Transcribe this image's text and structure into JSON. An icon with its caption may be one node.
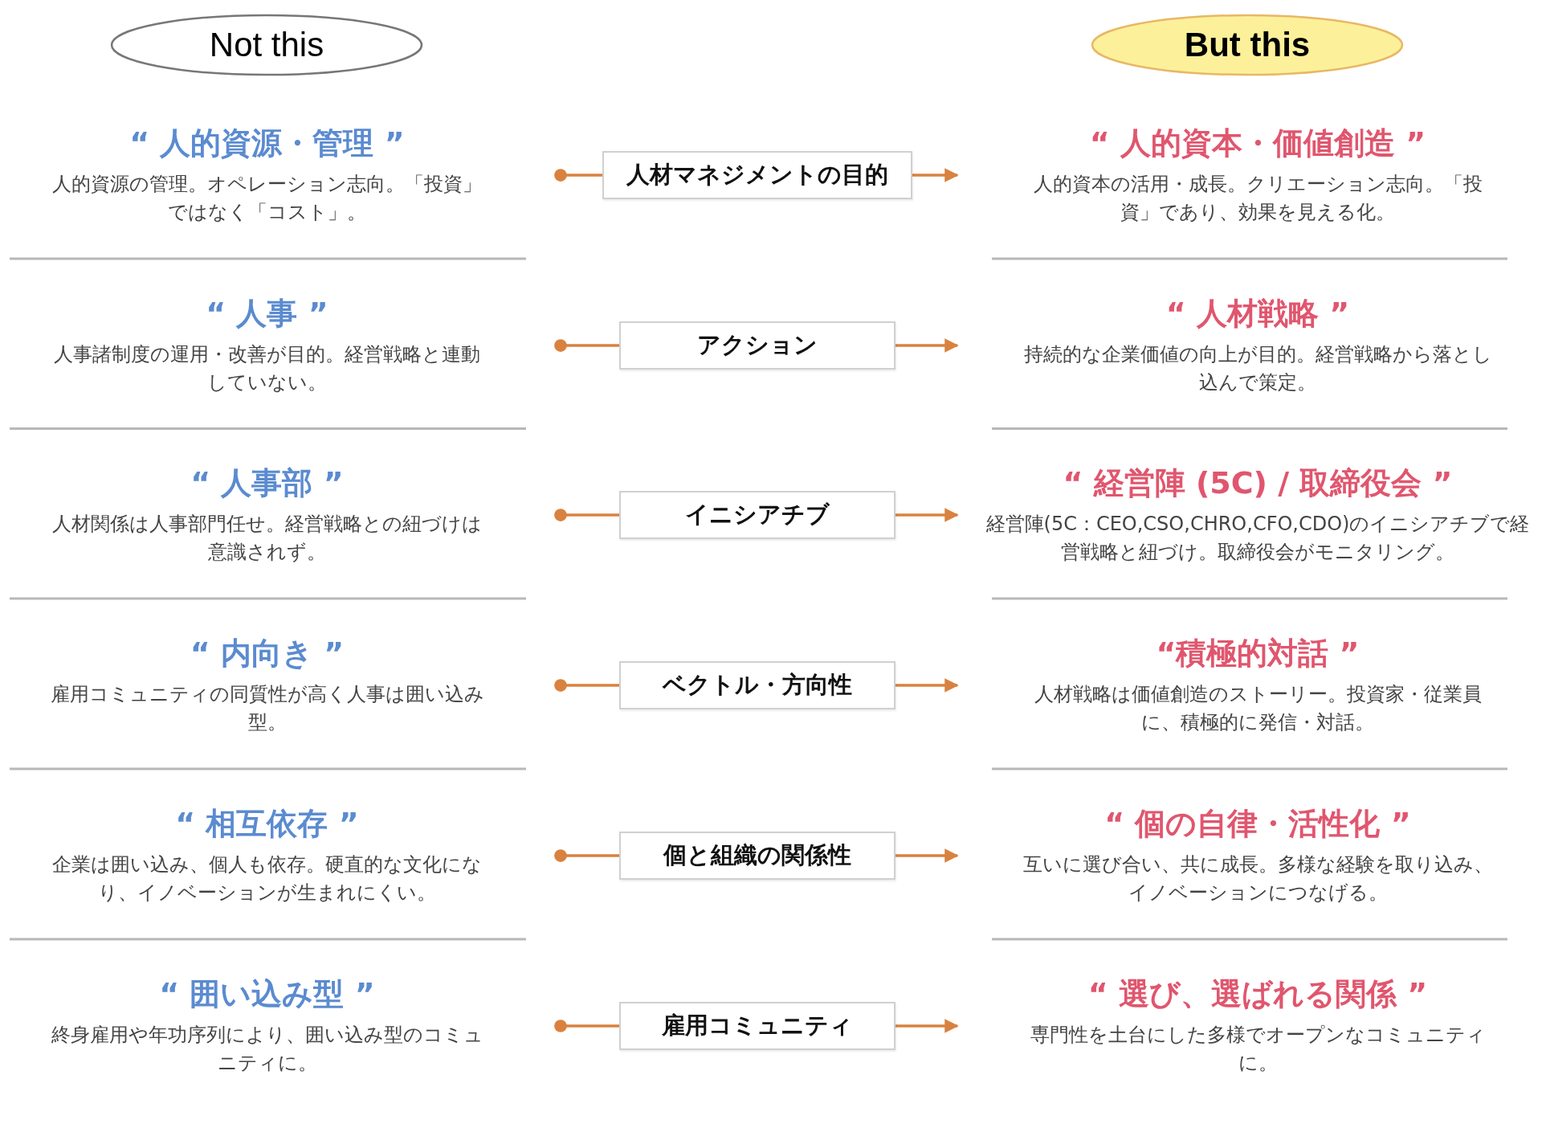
{
  "diagram": {
    "nodes": [
      {
        "text": [
          "Not this"
        ]
      },
      {
        "text": [
          "But this"
        ]
      },
      {
        "text": [
          "人材マネジメントの目的"
        ]
      },
      {
        "text": [
          "アクション"
        ]
      },
      {
        "text": [
          "イニシアチブ"
        ]
      },
      {
        "text": [
          "ベクトル・方向性"
        ]
      },
      {
        "text": [
          "個と組織の関係性"
        ]
      },
      {
        "text": [
          "雇用コミュニティ"
        ]
      }
    ],
    "edges": [
      {
        "from": null,
        "to": 2,
        "arrow": "other"
      },
      {
        "from": 2,
        "to": null,
        "arrow": "to"
      },
      {
        "from": null,
        "to": 3,
        "arrow": "other"
      },
      {
        "from": 3,
        "to": null,
        "arrow": "to"
      },
      {
        "from": null,
        "to": 4,
        "arrow": "other"
      },
      {
        "from": 4,
        "to": null,
        "arrow": "to"
      },
      {
        "from": null,
        "to": 5,
        "arrow": "other"
      },
      {
        "from": 5,
        "to": null,
        "arrow": "to"
      },
      {
        "from": null,
        "to": 6,
        "arrow": "other"
      },
      {
        "from": 6,
        "to": null,
        "arrow": "to"
      },
      {
        "from": null,
        "to": 7,
        "arrow": "other"
      },
      {
        "from": 7,
        "to": null,
        "arrow": "to"
      }
    ],
    "labels": [
      "“ 人的資源・管理 ”",
      "人的資源の管理。オペレーション志向。「投資」ではなく「コスト」。",
      "“ 人的資本・価値創造 ”",
      "人的資本の活用・成長。クリエーション志向。「投資」であり、効果を見える化。",
      "“ 人事 ”",
      "人事諸制度の運用・改善が目的。経営戦略と連動していない。",
      "“ 人材戦略 ”",
      "持続的な企業価値の向上が目的。経営戦略から落とし込んで策定。",
      "“ 人事部 ”",
      "人材関係は人事部門任せ。経営戦略との紐づけは意識されず。",
      "“ 経営陣 (5C) / 取締役会 ”",
      "経営陣(5C：CEO,CSO,CHRO,CFO,CDO)のイニシアチブで経営戦略と紐づけ。取締役会がモニタリング。",
      "“ 内向き ”",
      "雇用コミュニティの同質性が高く人事は囲い込み型。",
      "“積極的対話 ”",
      "人材戦略は価値創造のストーリー。投資家・従業員に、積極的に発信・対話。",
      "“ 相互依存 ”",
      "企業は囲い込み、個人も依存。硬直的な文化になり、イノベーションが生まれにくい。",
      "“ 個の自律・活性化 ”",
      "互いに選び合い、共に成長。多様な経験を取り込み、イノベーションにつなげる。",
      "“ 囲い込み型 ”",
      "終身雇用や年功序列により、囲い込み型のコミュニティに。",
      "“ 選び、選ばれる関係 ”",
      "専門性を土台にした多様でオープンなコミュニティに。"
    ]
  }
}
